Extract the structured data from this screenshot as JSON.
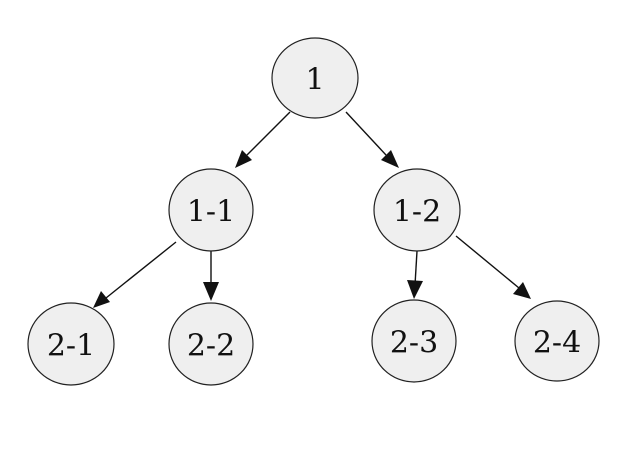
{
  "diagram": {
    "nodes": [
      {
        "id": "n1",
        "label": "1"
      },
      {
        "id": "n1-1",
        "label": "1-1"
      },
      {
        "id": "n1-2",
        "label": "1-2"
      },
      {
        "id": "n2-1",
        "label": "2-1"
      },
      {
        "id": "n2-2",
        "label": "2-2"
      },
      {
        "id": "n2-3",
        "label": "2-3"
      },
      {
        "id": "n2-4",
        "label": "2-4"
      }
    ],
    "edges": [
      {
        "from": "n1",
        "to": "n1-1"
      },
      {
        "from": "n1",
        "to": "n1-2"
      },
      {
        "from": "n1-1",
        "to": "n2-1"
      },
      {
        "from": "n1-1",
        "to": "n2-2"
      },
      {
        "from": "n1-2",
        "to": "n2-3"
      },
      {
        "from": "n1-2",
        "to": "n2-4"
      }
    ],
    "colors": {
      "node_fill": "#efefef",
      "node_stroke": "#222222",
      "edge": "#111111",
      "text": "#111111"
    }
  }
}
